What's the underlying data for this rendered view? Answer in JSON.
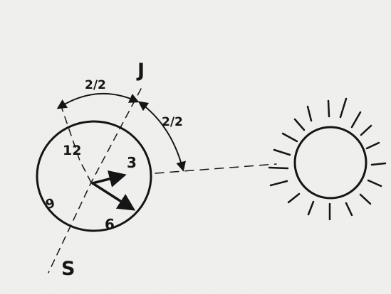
{
  "colors": {
    "paper": "#f1f1ef",
    "ink": "#151515"
  },
  "labels": {
    "north_marker": "J",
    "south_marker": "S",
    "angle_top": "2/2",
    "angle_right": "2/2"
  },
  "clock": {
    "numeral_12": "12",
    "numeral_3": "3",
    "numeral_6": "6",
    "numeral_9": "9"
  },
  "icons": {
    "sun": "sun-icon",
    "clock": "clock-icon"
  }
}
